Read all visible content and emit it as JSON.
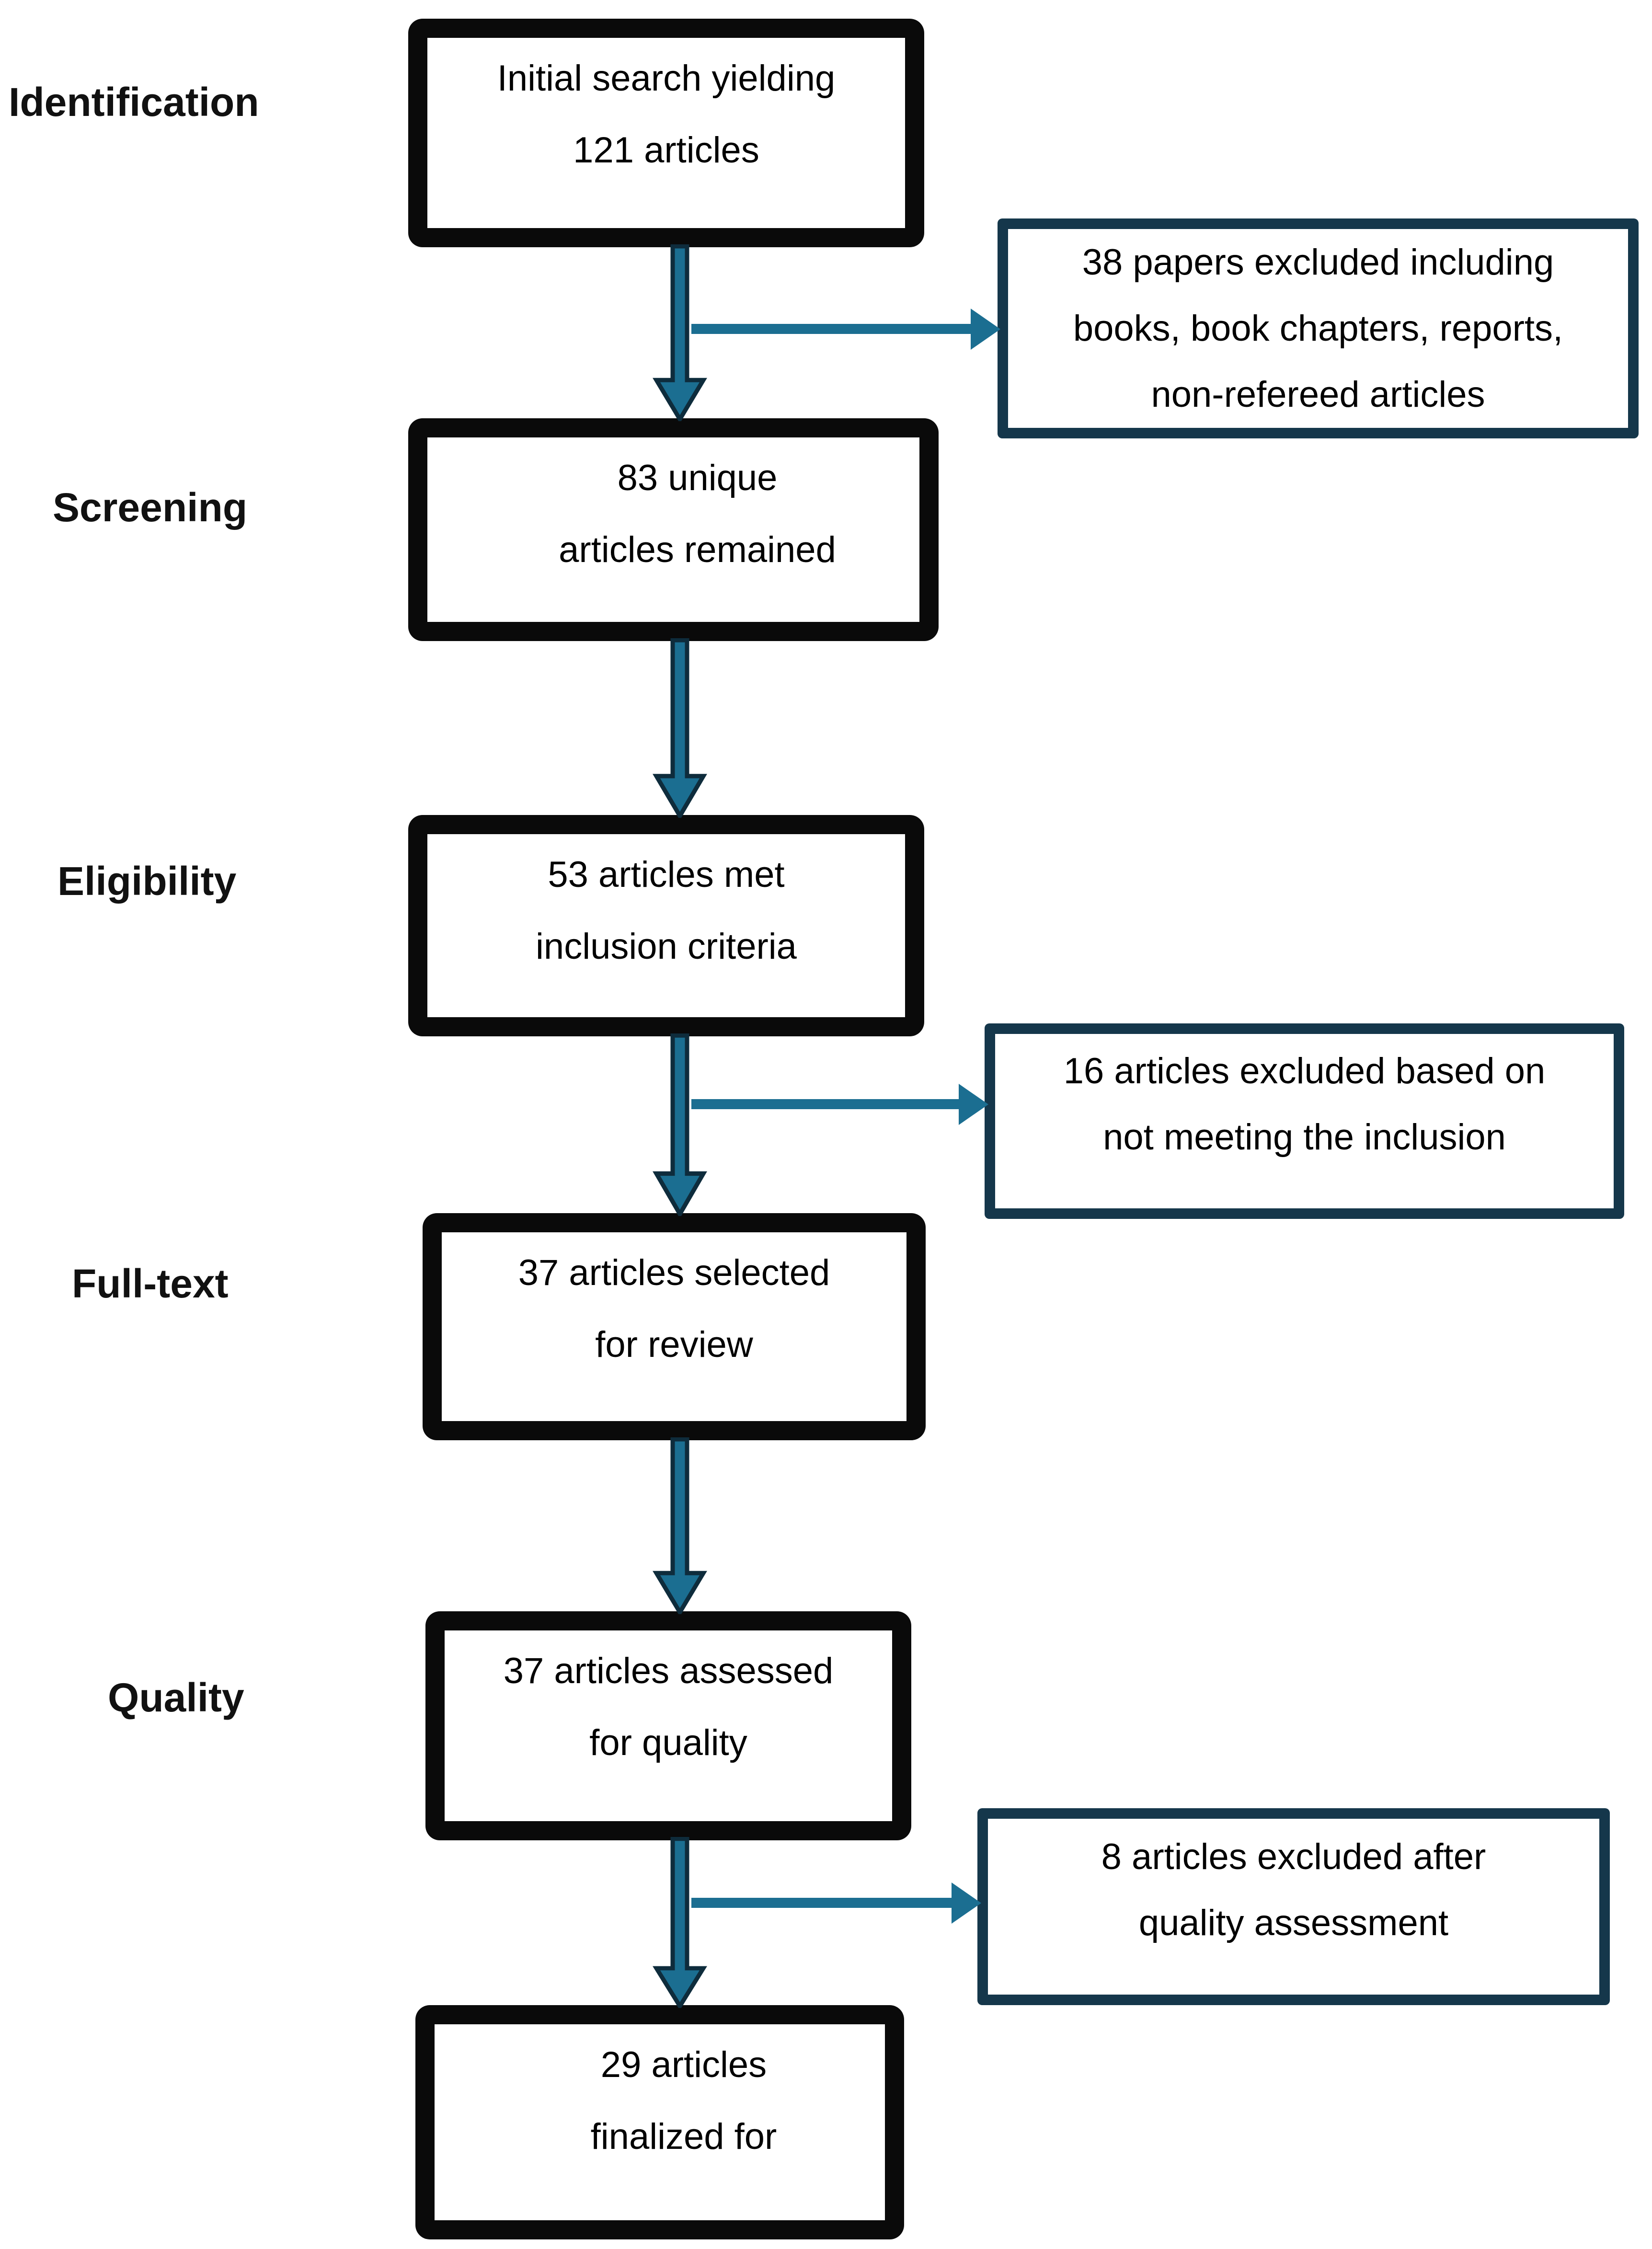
{
  "diagram": {
    "stage_labels": [
      {
        "text": "Identification"
      },
      {
        "text": "Screening"
      },
      {
        "text": "Eligibility"
      },
      {
        "text": "Full-text"
      },
      {
        "text": "Quality"
      }
    ],
    "main_boxes": [
      {
        "name": "initial-search",
        "line1": "Initial search yielding",
        "line2": "121 articles"
      },
      {
        "name": "screening",
        "line1": "83 unique",
        "line2": "articles remained"
      },
      {
        "name": "eligibility",
        "line1": "53 articles met",
        "line2": "inclusion criteria"
      },
      {
        "name": "full-text",
        "line1": "37 articles selected",
        "line2": "for review"
      },
      {
        "name": "quality",
        "line1": "37 articles assessed",
        "line2": "for quality"
      },
      {
        "name": "finalized",
        "line1": "29 articles",
        "line2": "finalized for"
      }
    ],
    "side_boxes": [
      {
        "name": "excluded-initial",
        "line1": "38 papers excluded including",
        "line2": "books, book chapters, reports,",
        "line3": "non-refereed articles"
      },
      {
        "name": "excluded-inclusion",
        "line1": "16 articles excluded based on",
        "line2": "not meeting the inclusion"
      },
      {
        "name": "excluded-quality",
        "line1": "8 articles excluded after",
        "line2": "quality assessment"
      }
    ],
    "colors": {
      "main_box_border": "#0a0a0a",
      "side_box_border": "#15374b",
      "arrow_fill": "#1b6e91",
      "arrow_outline": "#0e2c3c",
      "text": "#000000",
      "background": "#ffffff"
    }
  }
}
